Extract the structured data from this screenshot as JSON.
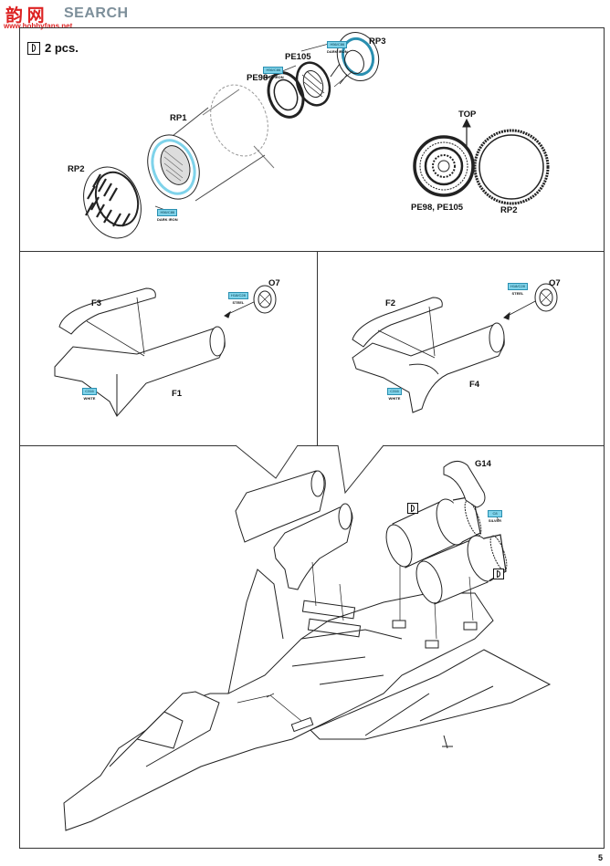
{
  "watermark": {
    "cn": "韵 网",
    "en": "SEARCH",
    "url": "www.hobbyfans.net"
  },
  "step_top": {
    "quantity": "2 pcs.",
    "labels": {
      "rp3": "RP3",
      "pe105": "PE105",
      "pe98": "PE98",
      "rp1": "RP1",
      "rp2": "RP2",
      "top": "TOP",
      "pe98_pe105": "PE98, PE105",
      "rp2_detail": "RP2"
    },
    "paints": {
      "rp3": "DARK IRON",
      "pe105": "DARK IRON",
      "rp1": "DARK IRON"
    },
    "paint_codes": {
      "rp3": "H56/C86",
      "pe105": "H56/C86",
      "rp1": "H56/C86"
    }
  },
  "step_f1": {
    "labels": {
      "f3": "F3",
      "f1": "F1",
      "o7": "O7"
    },
    "paints": {
      "f1": "WHITE",
      "o7": "STEEL"
    },
    "paint_codes": {
      "f1": "C316",
      "o7": "H18/C28"
    }
  },
  "step_f2": {
    "labels": {
      "f2": "F2",
      "f4": "F4",
      "o7": "O7"
    },
    "paints": {
      "f4": "WHITE",
      "o7": "STEEL"
    },
    "paint_codes": {
      "f4": "C316",
      "o7": "H18/C28"
    }
  },
  "step_main": {
    "labels": {
      "g14": "G14"
    },
    "paints": {
      "g14": "SILVER"
    },
    "paint_codes": {
      "g14": "C8"
    }
  },
  "page_number": "5"
}
